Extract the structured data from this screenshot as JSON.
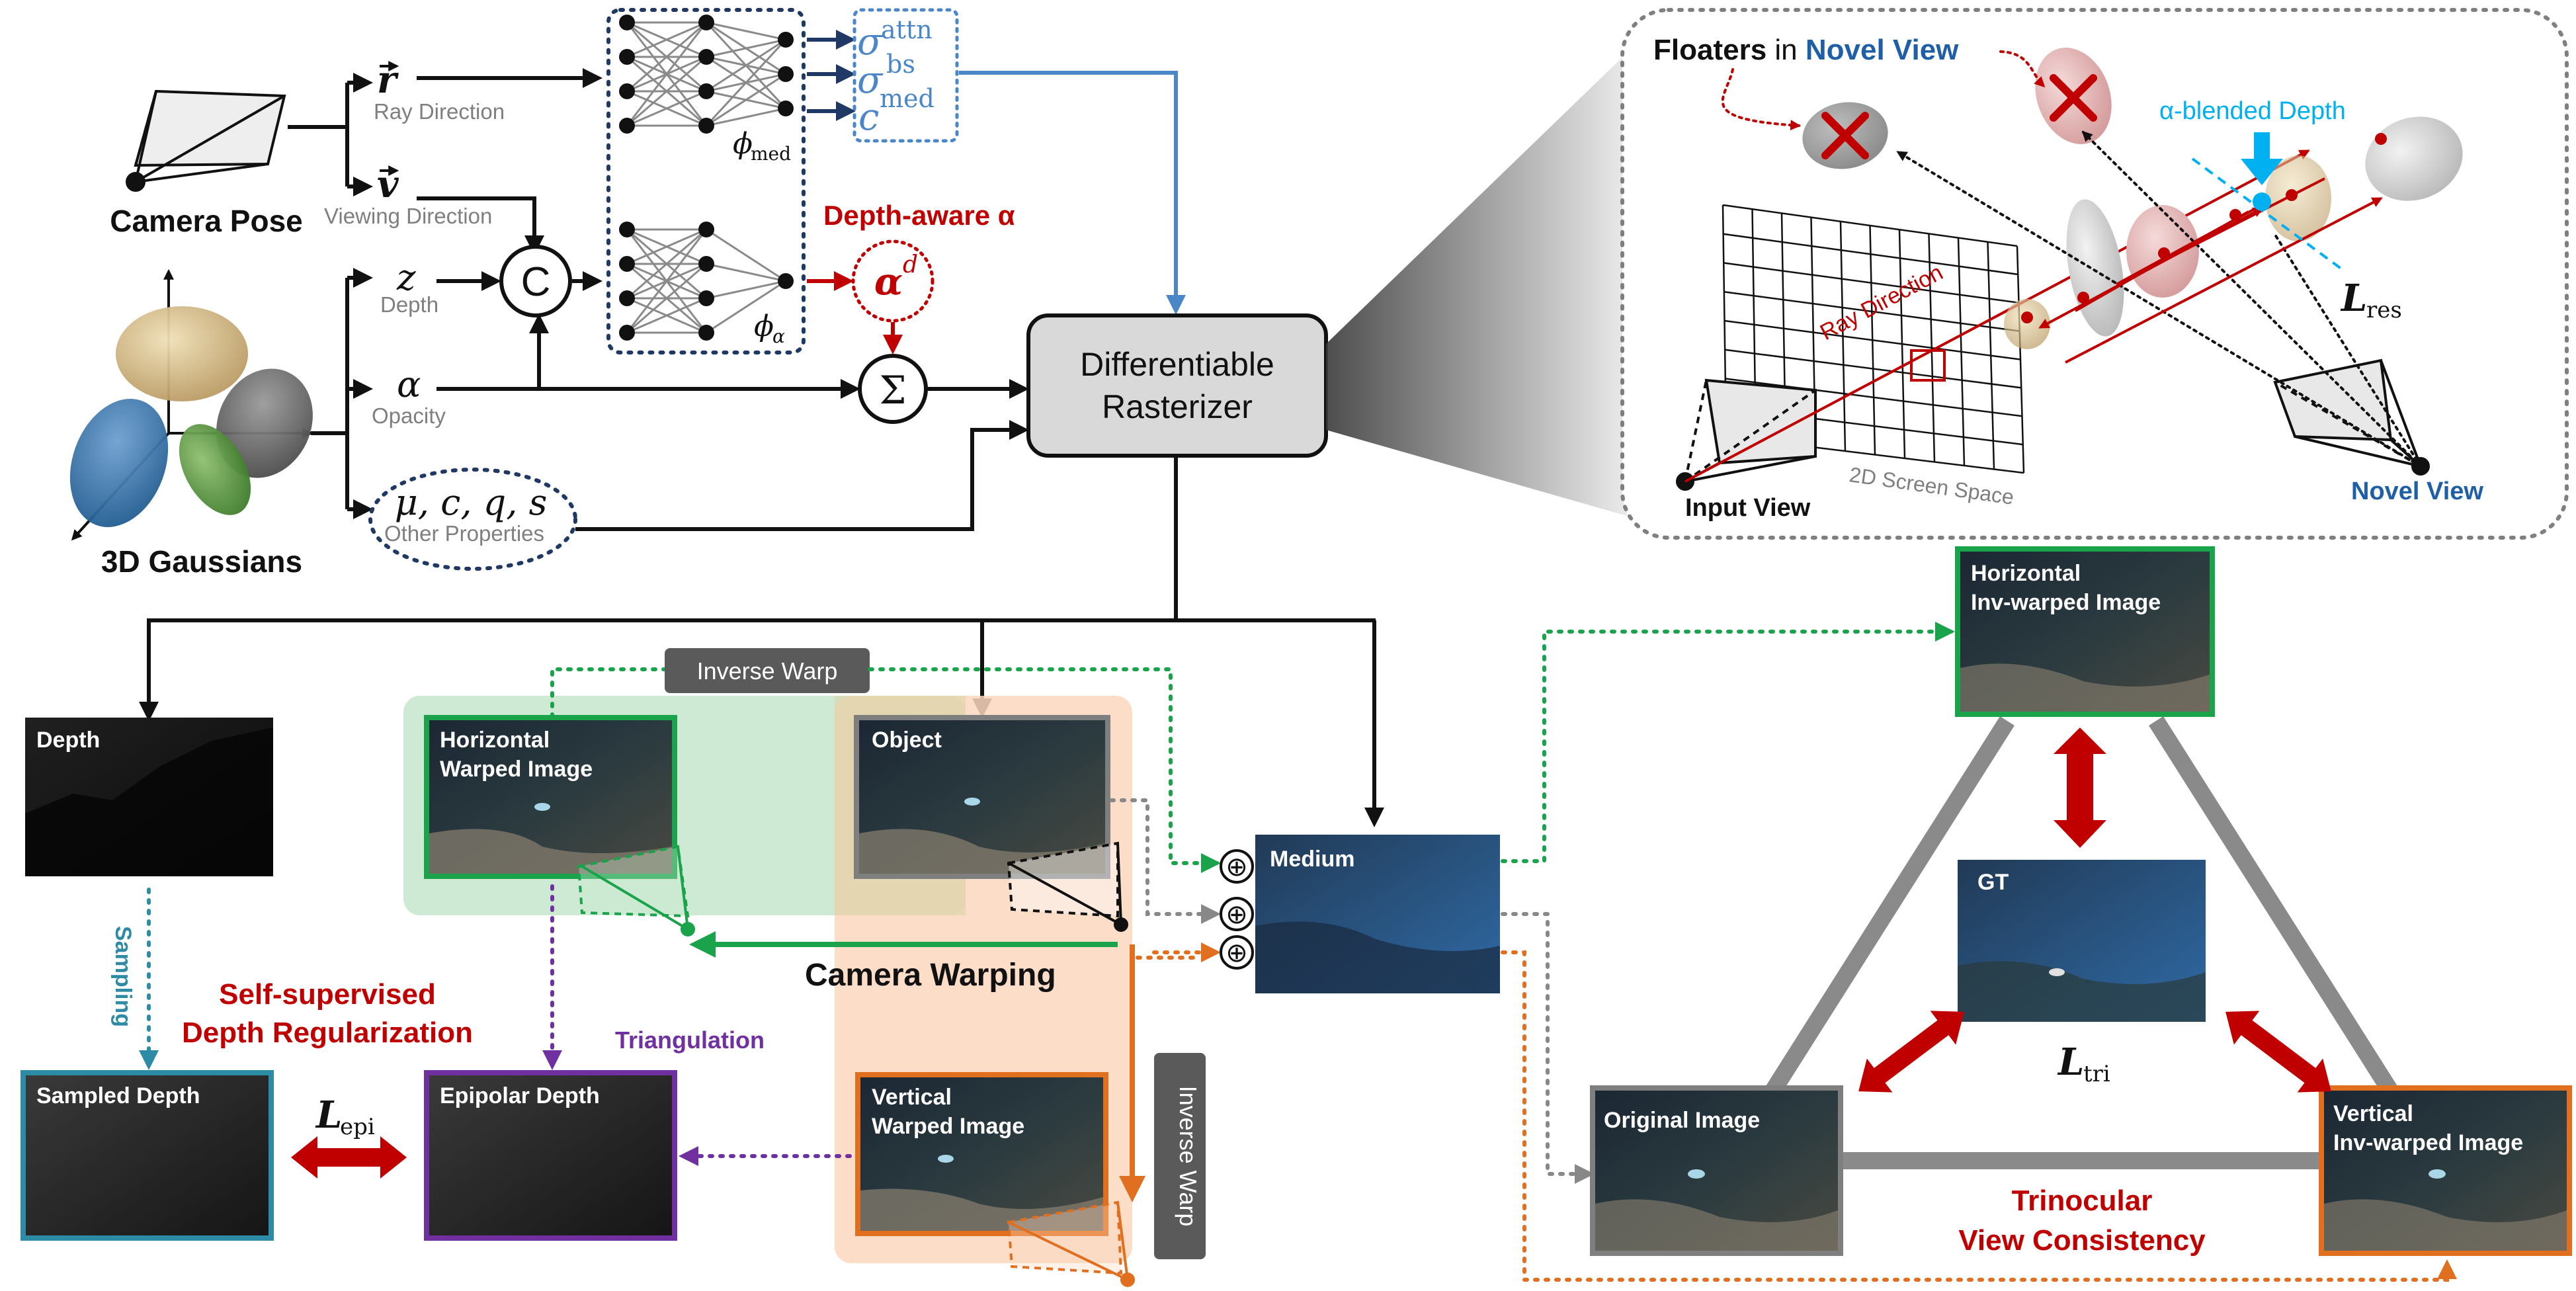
{
  "colors": {
    "black": "#111111",
    "gray_label": "#7f7f7f",
    "blue_text": "#4a86c8",
    "dark_navy": "#1f3864",
    "red": "#c00000",
    "green": "#1aa34a",
    "orange": "#e07020",
    "purple": "#7030a0",
    "teal": "#2e8ba6",
    "cyan": "#00b0f0",
    "novel_blue": "#1f5fa8"
  },
  "labels": {
    "camera_pose": "Camera Pose",
    "gaussians": "3D Gaussians",
    "r": "r",
    "r_sub": "Ray Direction",
    "v": "v",
    "v_sub": "Viewing Direction",
    "z": "z",
    "z_sub": "Depth",
    "alpha": "α",
    "alpha_sub": "Opacity",
    "other": "μ, c, q, s",
    "other_sub": "Other Properties",
    "concat": "C",
    "sum": "Σ",
    "phi_med": "ϕ",
    "phi_med_sub": "med",
    "phi_alpha": "ϕ",
    "phi_alpha_sub": "α",
    "sigma": "σ",
    "sup_attn": "attn",
    "sup_bs": "bs",
    "c_letter": "c",
    "sup_med": "med",
    "depth_aware": "Depth-aware α",
    "alpha_d": "α",
    "alpha_d_sup": "d",
    "rasterizer_line1": "Differentiable",
    "rasterizer_line2": "Rasterizer",
    "inverse_warp_top": "Inverse Warp",
    "inverse_warp_right": "Inverse Warp",
    "camera_warping": "Camera Warping",
    "sampling": "Sampling",
    "self_supervised_1": "Self-supervised",
    "self_supervised_2": "Depth Regularization",
    "triangulation": "Triangulation",
    "l_epi": "L",
    "l_epi_sub": "epi",
    "l_tri": "L",
    "l_tri_sub": "tri",
    "trinocular_1": "Trinocular",
    "trinocular_2": "View Consistency",
    "oplus": "⊕"
  },
  "inset": {
    "floaters": "Floaters",
    "in": " in ",
    "novel_view_title": "Novel View",
    "alpha_blended": "α-blended Depth",
    "ray_direction": "Ray Direction",
    "screen_space": "2D Screen Space",
    "input_view": "Input View",
    "novel_view": "Novel View",
    "l_res": "L",
    "l_res_sub": "res"
  },
  "panels": {
    "depth": "Depth",
    "hwarp_1": "Horizontal",
    "hwarp_2": "Warped Image",
    "object": "Object",
    "medium": "Medium",
    "vwarp_1": "Vertical",
    "vwarp_2": "Warped Image",
    "sampled_depth": "Sampled Depth",
    "epipolar_depth": "Epipolar Depth",
    "h_inv_1": "Horizontal",
    "h_inv_2": "Inv-warped Image",
    "gt": "GT",
    "original": "Original Image",
    "v_inv_1": "Vertical",
    "v_inv_2": "Inv-warped Image"
  }
}
